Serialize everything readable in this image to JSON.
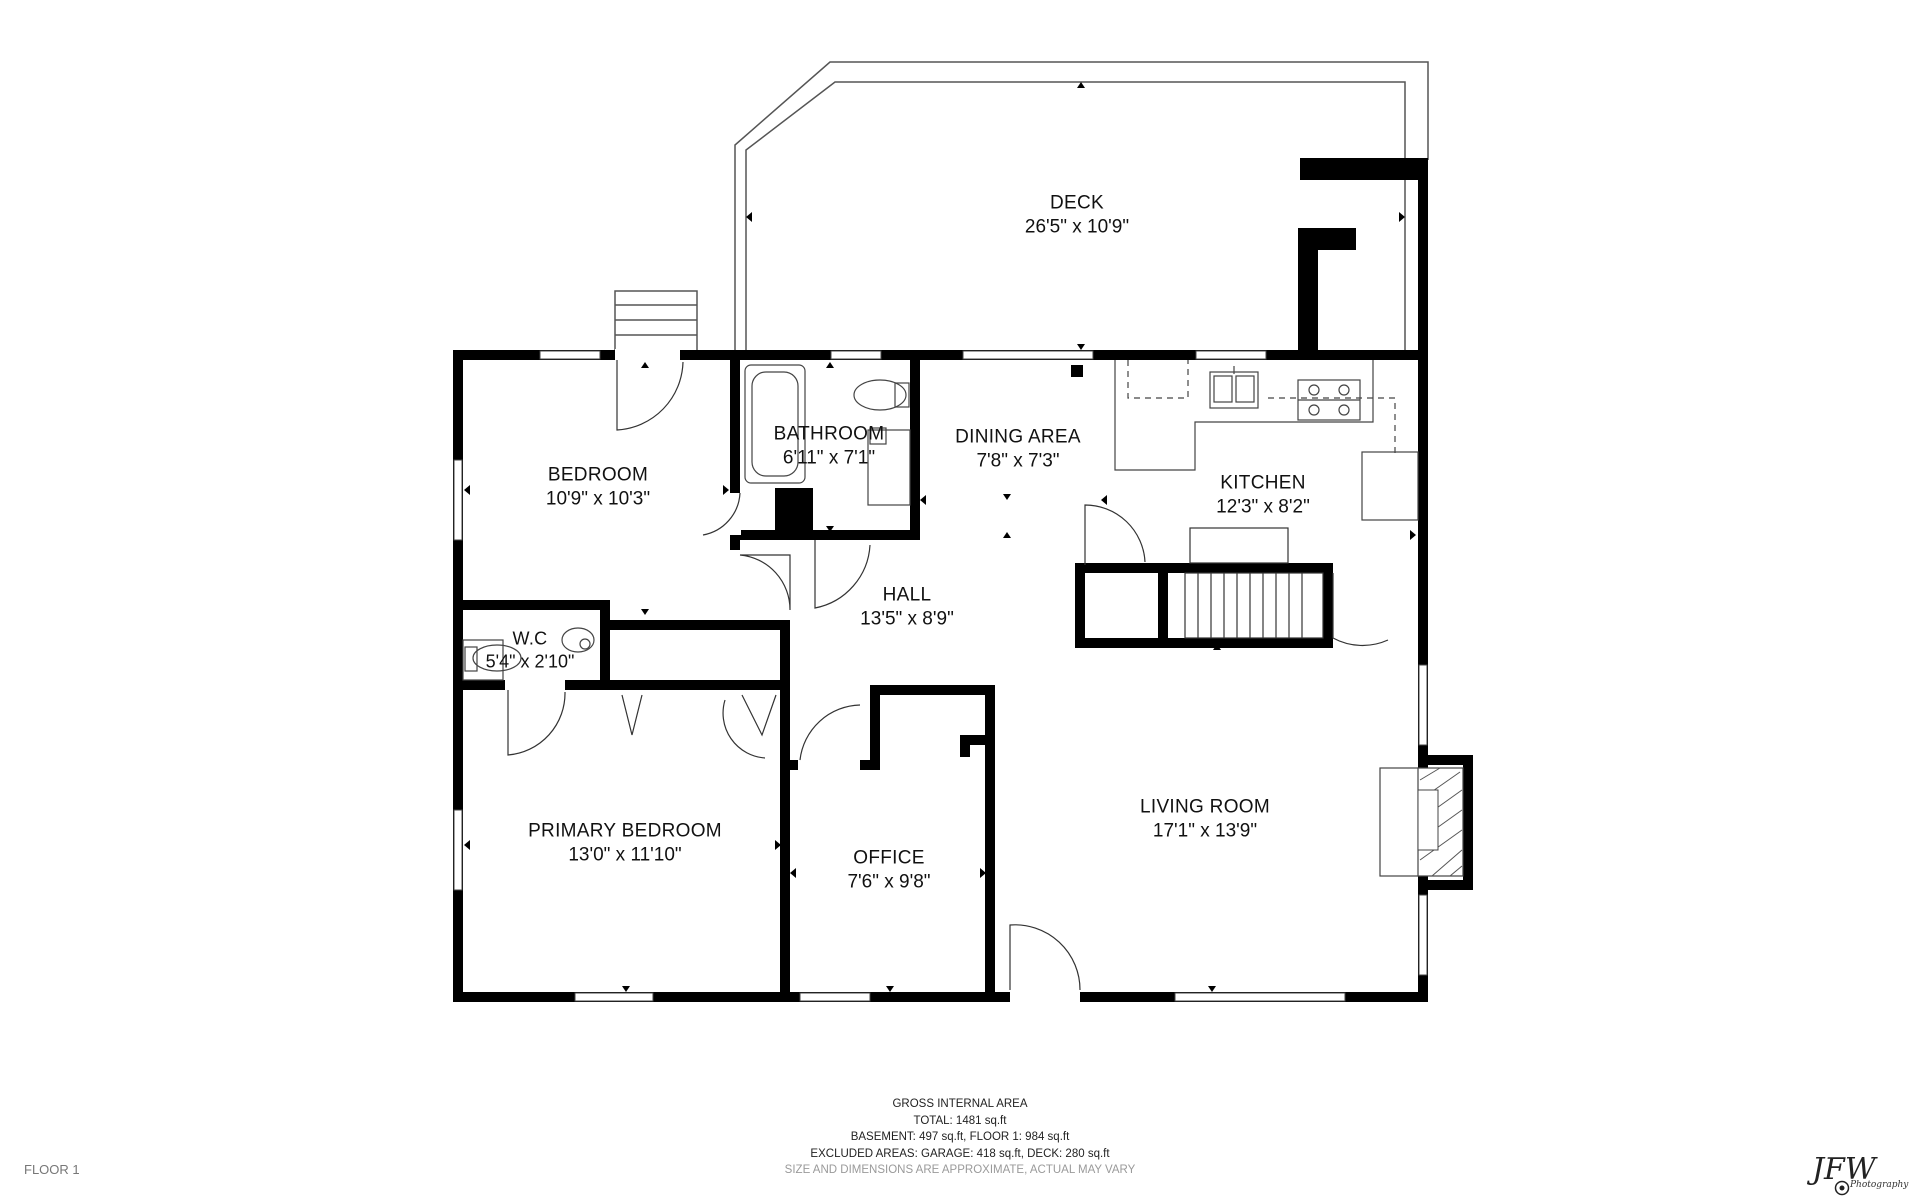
{
  "rooms": {
    "deck": {
      "name": "DECK",
      "dims": "26'5\" x 10'9\""
    },
    "bedroom": {
      "name": "BEDROOM",
      "dims": "10'9\" x 10'3\""
    },
    "bathroom": {
      "name": "BATHROOM",
      "dims": "6'11\" x 7'1\""
    },
    "dining": {
      "name": "DINING AREA",
      "dims": "7'8\" x 7'3\""
    },
    "kitchen": {
      "name": "KITCHEN",
      "dims": "12'3\" x 8'2\""
    },
    "hall": {
      "name": "HALL",
      "dims": "13'5\" x 8'9\""
    },
    "wc": {
      "name": "W.C",
      "dims": "5'4\" x 2'10\""
    },
    "primary": {
      "name": "PRIMARY BEDROOM",
      "dims": "13'0\" x 11'10\""
    },
    "office": {
      "name": "OFFICE",
      "dims": "7'6\" x 9'8\""
    },
    "living": {
      "name": "LIVING ROOM",
      "dims": "17'1\" x 13'9\""
    }
  },
  "area_summary": {
    "title": "GROSS INTERNAL AREA",
    "total": "TOTAL: 1481 sq.ft",
    "floors": "BASEMENT: 497 sq.ft, FLOOR 1: 984 sq.ft",
    "excluded": "EXCLUDED AREAS: GARAGE: 418 sq.ft, DECK: 280 sq.ft",
    "disclaimer": "SIZE AND DIMENSIONS ARE APPROXIMATE, ACTUAL MAY VARY"
  },
  "floor_label": "FLOOR 1",
  "logo": {
    "text": "JFW",
    "subtitle": "Photography"
  }
}
